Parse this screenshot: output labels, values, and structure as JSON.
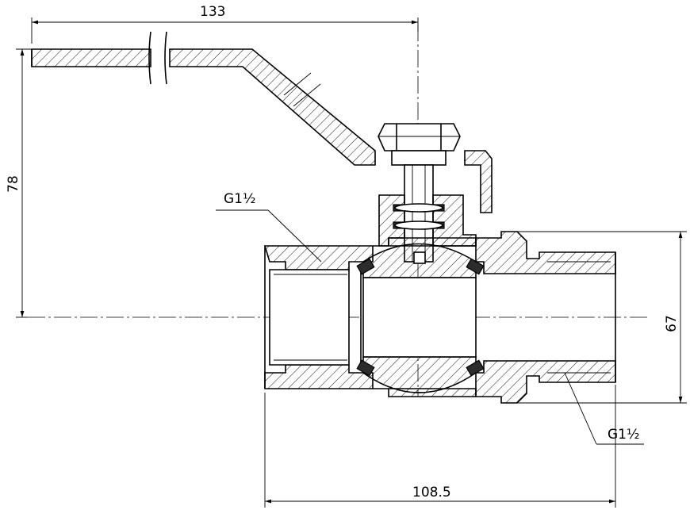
{
  "dimensions": {
    "overall_length": "133",
    "handle_height": "78",
    "body_height": "67",
    "body_length": "108.5"
  },
  "threads": {
    "inlet": "G1½",
    "outlet": "G1½"
  }
}
